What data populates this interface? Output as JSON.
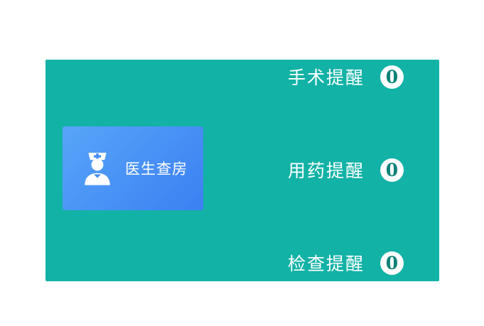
{
  "panel": {
    "bg_color": "#12b2a6",
    "card": {
      "label": "医生查房",
      "icon": "doctor-icon",
      "bg_gradient_from": "#57a5f9",
      "bg_gradient_to": "#3c80f2"
    },
    "reminders": [
      {
        "label": "手术提醒",
        "count": "0"
      },
      {
        "label": "用药提醒",
        "count": "0"
      },
      {
        "label": "检查提醒",
        "count": "0"
      }
    ],
    "badge": {
      "bg_color": "#ffffff",
      "text_color": "#0a8276"
    }
  }
}
